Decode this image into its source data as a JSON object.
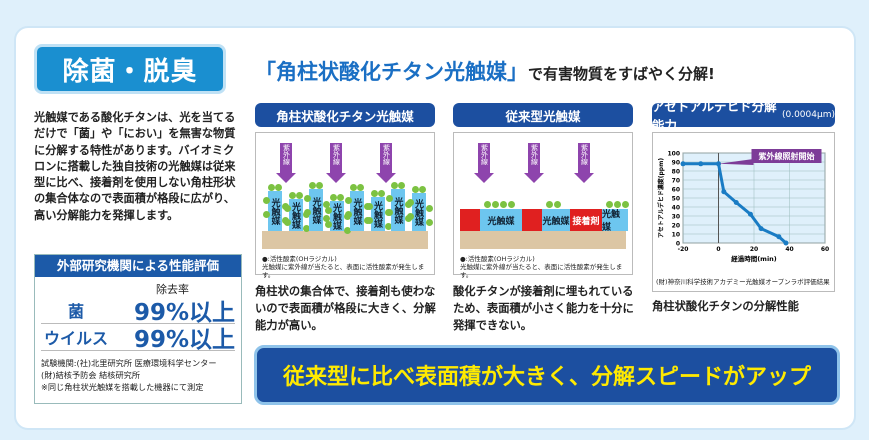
{
  "badge": "除菌・脱臭",
  "intro": "光触媒である酸化チタンは、光を当てるだけで「菌」や「におい」を無害な物質に分解する特性があります。バイオミクロンに搭載した独自技術の光触媒は従来型に比べ、接着剤を使用しない角柱形状の集合体なので表面積が格段に広がり、高い分解能力を発揮します。",
  "evaluation": {
    "title": "外部研究機関による性能評価",
    "column": "除去率",
    "rows": [
      {
        "label": "菌",
        "value": "99%以上"
      },
      {
        "label": "ウイルス",
        "value": "99%以上"
      }
    ],
    "notes": [
      "試験機関:(社)北里研究所 医療環境科学センター",
      "(財)結核予防会 結核研究所",
      "※同じ角柱状光触媒を搭載した機器にて測定"
    ]
  },
  "headline": {
    "emph": "「角柱状酸化チタン光触媒」",
    "rest": "で有害物質をすばやく分解!"
  },
  "panels": [
    {
      "title": "角柱状酸化チタン光触媒",
      "uv": "紫外線",
      "catalyst": "光触媒",
      "legend1": "●:活性酸素(OHラジカル)",
      "legend2": "光触媒に紫外線が当たると、表面に活性酸素が発生します。",
      "caption": "角柱状の集合体で、接着剤も使わないので表面積が格段に大きく、分解能力が高い。"
    },
    {
      "title": "従来型光触媒",
      "uv": "紫外線",
      "catalyst": "光触媒",
      "adhesive": "接着剤",
      "legend1": "●:活性酸素(OHラジカル)",
      "legend2": "光触媒に紫外線が当たると、表面に活性酸素が発生します。",
      "caption": "酸化チタンが接着剤に埋もれているため、表面積が小さく能力を十分に発揮できない。"
    },
    {
      "title": "アセトアルデヒド分解能力",
      "unit": "(0.0004μm)",
      "source": "(財)神奈川科学技術アカデミー光触媒オープンラボ評価結果",
      "caption": "角柱状酸化チタンの分解性能"
    }
  ],
  "chart_data": {
    "type": "line",
    "xlabel": "経過時間(min)",
    "ylabel": "アセトアルデヒド濃度(ppm)",
    "xlim": [
      -20,
      60
    ],
    "ylim": [
      0,
      100
    ],
    "xticks": [
      -20,
      0,
      20,
      40,
      60
    ],
    "yticks": [
      0,
      10,
      20,
      30,
      40,
      50,
      60,
      70,
      80,
      90,
      100
    ],
    "annotation": "紫外線照射開始",
    "grid": true,
    "x": [
      -20,
      -10,
      0,
      3,
      10,
      18,
      24,
      34,
      38
    ],
    "y": [
      88,
      88,
      88,
      57,
      45,
      32,
      16,
      7,
      0
    ],
    "color": "#1a7cc4"
  },
  "banner": "従来型に比べ表面積が大きく、分解スピードがアップ"
}
